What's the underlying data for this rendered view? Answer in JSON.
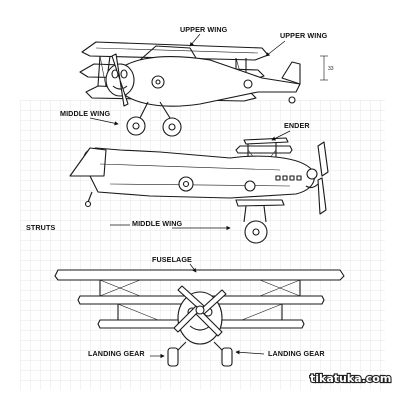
{
  "labels": {
    "top_upper_wing_left": "UPPER WING",
    "top_upper_wing_right": "UPPER WING",
    "top_dimension": "33",
    "middle_wing_left": "MIDDLE WING",
    "ender": "ENDER",
    "struts": "STRUTS",
    "middle_wing_center": "MIDDLE WING",
    "fuselage": "FUSELAGE",
    "landing_gear_left": "LANDING GEAR",
    "landing_gear_right": "LANDING GEAR"
  },
  "watermark": "tikatuka.com",
  "colors": {
    "line": "#1a1a1a",
    "grid": "#c9c9c9",
    "paper": "#ffffff"
  }
}
